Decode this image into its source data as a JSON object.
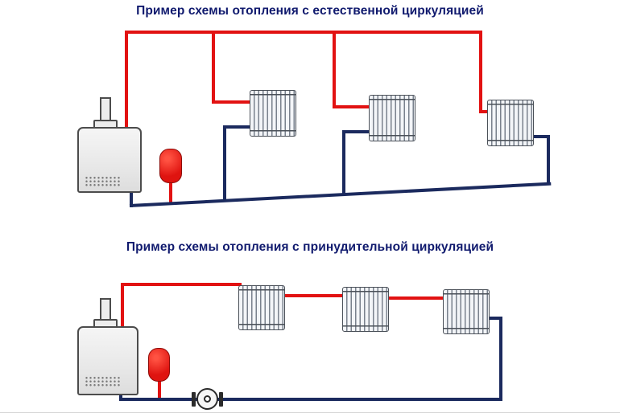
{
  "page": {
    "background": "#ffffff"
  },
  "colors": {
    "title_text": "#101a6e",
    "supply_pipe": "#e21212",
    "return_pipe": "#1b2a5e",
    "boiler_border": "#4c4c4c",
    "radiator_fill": "#f3f5f8",
    "radiator_line": "#79818d",
    "radiator_border": "#4a5058",
    "tank_fill": "#df1410",
    "tank_border": "#8e0b08",
    "pump_fill": "#f6f6f6",
    "pump_border": "#2b2b2b"
  },
  "diagrams": [
    {
      "title": "Пример схемы отопления с естественной циркуляцией",
      "type": "natural-circulation",
      "components": [
        "boiler",
        "expansion-tank",
        "radiator-1",
        "radiator-2",
        "radiator-3"
      ]
    },
    {
      "title": "Пример схемы отопления с принудительной циркуляцией",
      "type": "forced-circulation",
      "components": [
        "boiler",
        "expansion-tank",
        "circulation-pump",
        "radiator-1",
        "radiator-2",
        "radiator-3"
      ]
    }
  ]
}
